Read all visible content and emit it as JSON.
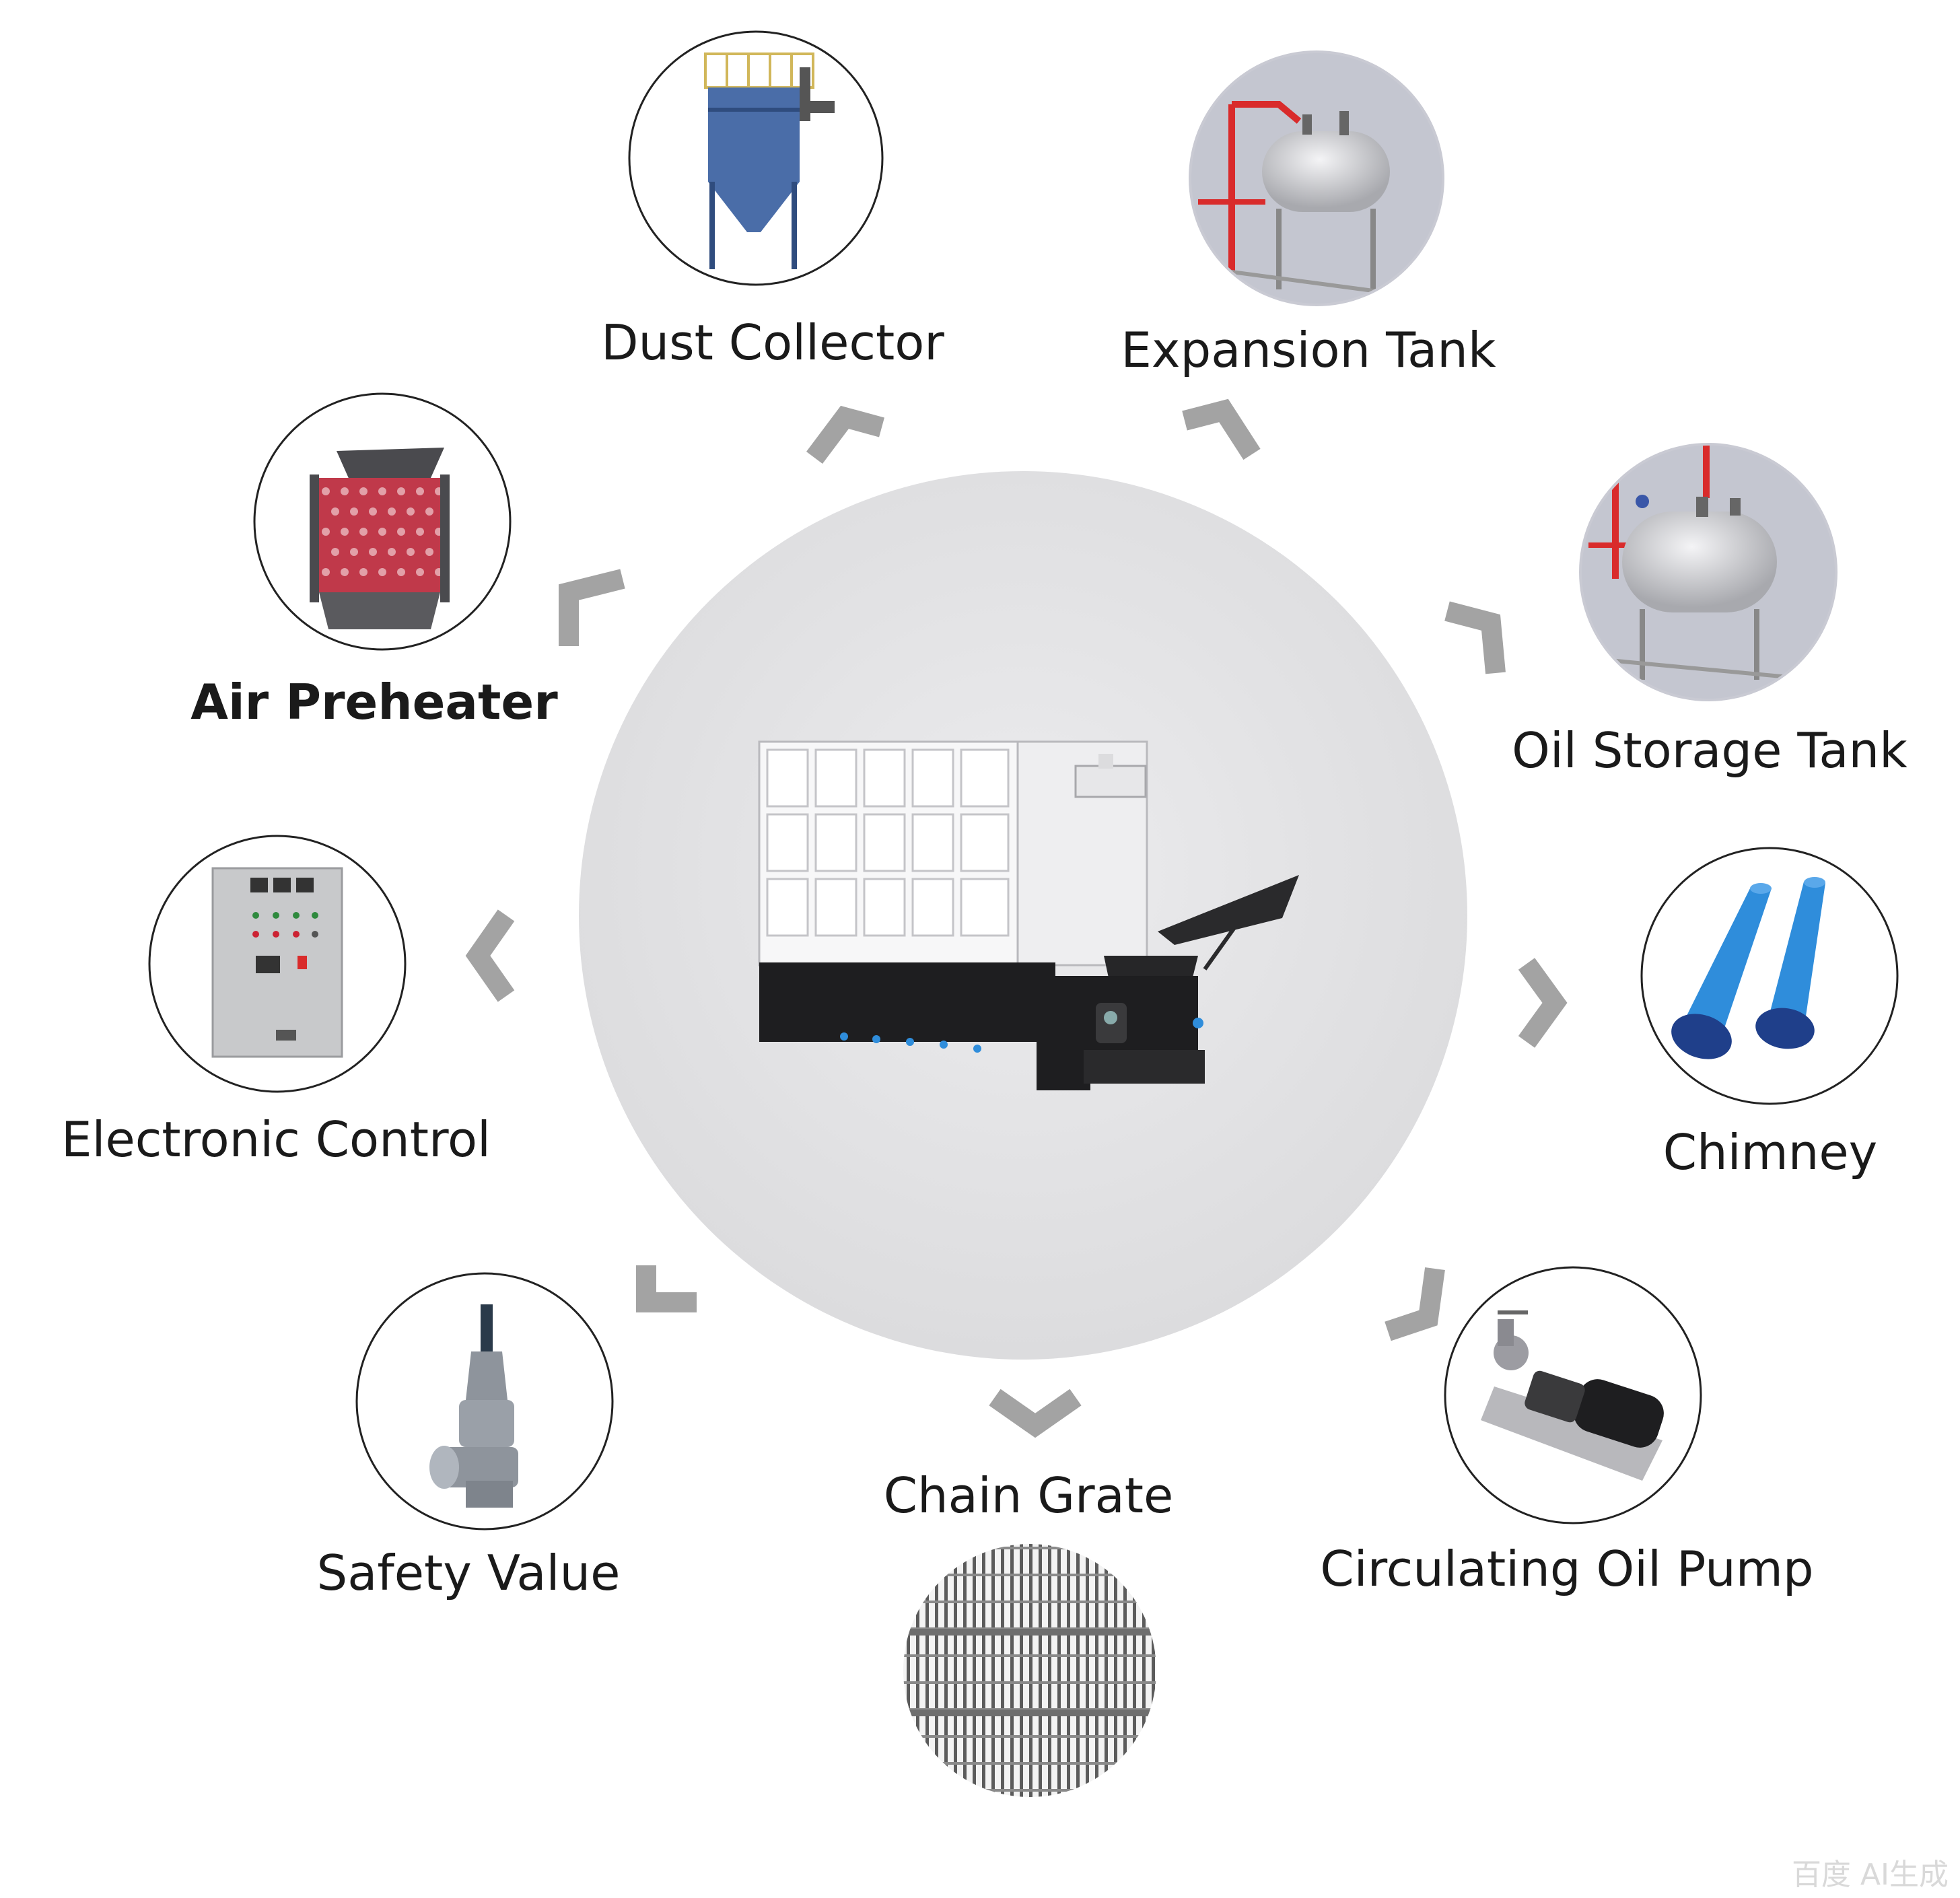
{
  "diagram": {
    "center": {
      "name": "boiler"
    },
    "components": [
      {
        "id": "dust-collector",
        "label": "Dust Collector",
        "icon": "dust-collector-icon"
      },
      {
        "id": "expansion-tank",
        "label": "Expansion Tank",
        "icon": "expansion-tank-icon"
      },
      {
        "id": "oil-storage-tank",
        "label": "Oil Storage Tank",
        "icon": "oil-storage-tank-icon"
      },
      {
        "id": "chimney",
        "label": "Chimney",
        "icon": "chimney-icon"
      },
      {
        "id": "circulating-oil-pump",
        "label": "Circulating Oil Pump",
        "icon": "pump-icon"
      },
      {
        "id": "chain-grate",
        "label": "Chain Grate",
        "icon": "chain-grate-icon"
      },
      {
        "id": "safety-value",
        "label": "Safety Value",
        "icon": "safety-valve-icon"
      },
      {
        "id": "electronic-control",
        "label": "Electronic Control",
        "icon": "control-cabinet-icon"
      },
      {
        "id": "air-preheater",
        "label": "Air Preheater",
        "icon": "air-preheater-icon"
      }
    ],
    "watermark": "百度 AI生成",
    "colors": {
      "center_disc": "#e2e2e4",
      "arrow": "#a3a3a3",
      "ring": "#222222",
      "pipe_blue": "#2f8ddb",
      "pipe_red": "#d92b2b",
      "preheater_red": "#c0394a",
      "collector_blue": "#4a6da8"
    }
  }
}
